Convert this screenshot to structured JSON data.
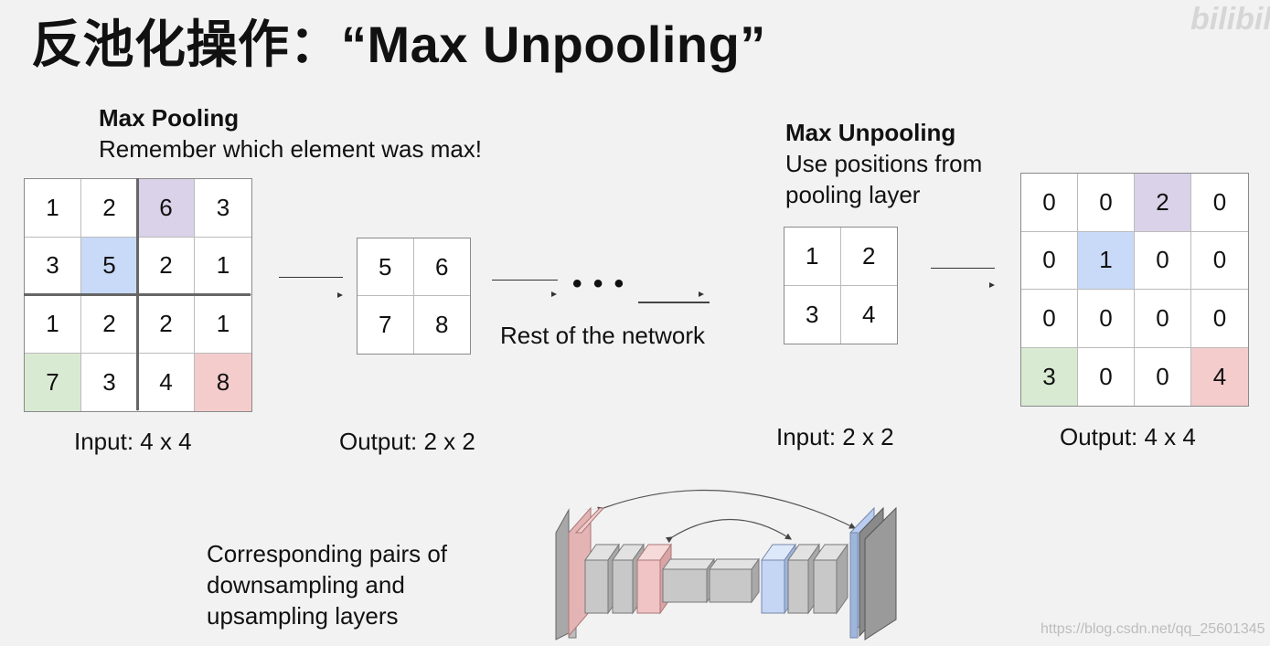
{
  "title": "反池化操作：“Max Unpooling”",
  "watermark": {
    "site": "bilibili",
    "url": "https://blog.csdn.net/qq_25601345"
  },
  "max_pooling": {
    "heading": "Max Pooling",
    "subtitle": "Remember which element was max!",
    "input_label": "Input: 4 x 4",
    "output_label": "Output: 2 x 2",
    "input_cells": [
      "1",
      "2",
      "6",
      "3",
      "3",
      "5",
      "2",
      "1",
      "1",
      "2",
      "2",
      "1",
      "7",
      "3",
      "4",
      "8"
    ],
    "output_cells": [
      "5",
      "6",
      "7",
      "8"
    ]
  },
  "network": {
    "dots": "• • •",
    "label": "Rest of the network"
  },
  "max_unpooling": {
    "heading": "Max Unpooling",
    "subtitle_line1": "Use positions from",
    "subtitle_line2": "pooling layer",
    "input_label": "Input: 2 x 2",
    "output_label": "Output: 4 x 4",
    "input_cells": [
      "1",
      "2",
      "3",
      "4"
    ],
    "output_cells": [
      "0",
      "0",
      "2",
      "0",
      "0",
      "1",
      "0",
      "0",
      "0",
      "0",
      "0",
      "0",
      "3",
      "0",
      "0",
      "4"
    ]
  },
  "caption": {
    "line1": "Corresponding pairs of",
    "line2": "downsampling and",
    "line3": "upsampling layers"
  },
  "colors": {
    "purple": "#d9d2e9",
    "blue": "#c9daf8",
    "green": "#d9ead3",
    "red": "#f4cccc"
  }
}
